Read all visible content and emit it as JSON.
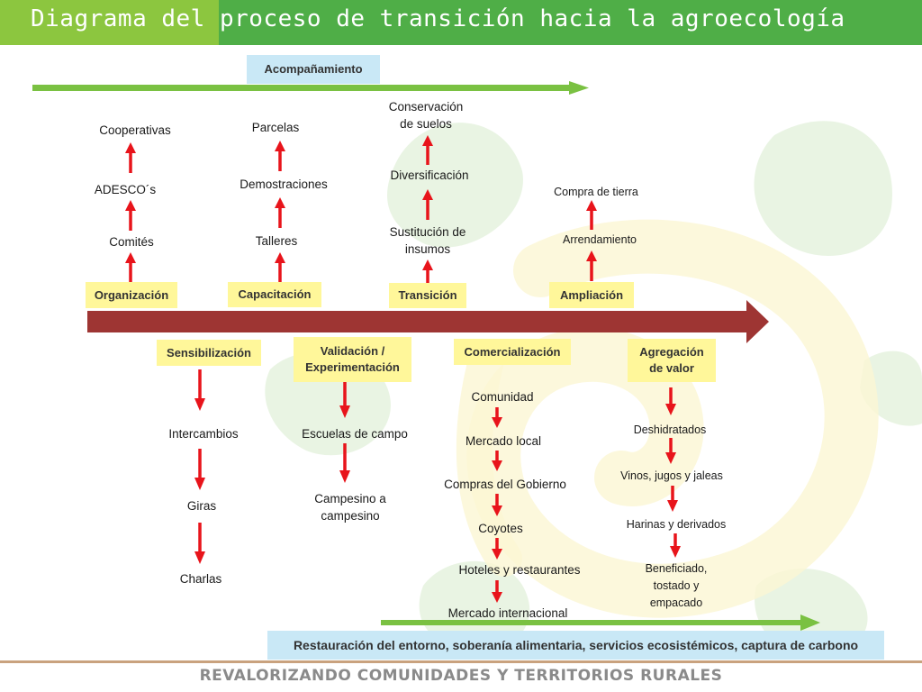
{
  "title": "Diagrama del proceso de transición hacia la agroecología",
  "accompaniment": "Acompañamiento",
  "footer": "REVALORIZANDO COMUNIDADES Y TERRITORIOS RURALES",
  "bottom_banner": "Restauración del entorno, soberanía alimentaria, servicios ecosistémicos, captura de carbono",
  "upper": {
    "organizacion": {
      "label": "Organización",
      "items": [
        "Comités",
        "ADESCO´s",
        "Cooperativas"
      ]
    },
    "capacitacion": {
      "label": "Capacitación",
      "items": [
        "Talleres",
        "Demostraciones",
        "Parcelas"
      ]
    },
    "transicion": {
      "label": "Transición",
      "items": [
        "Sustitución de insumos",
        "Diversificación",
        "Conservación de suelos"
      ]
    },
    "ampliacion": {
      "label": "Ampliación",
      "items": [
        "Arrendamiento",
        "Compra de tierra"
      ]
    }
  },
  "lower": {
    "sensibilizacion": {
      "label": "Sensibilización",
      "items": [
        "Intercambios",
        "Giras",
        "Charlas"
      ]
    },
    "validacion": {
      "label": "Validación / Experimentación",
      "items": [
        "Escuelas de campo",
        "Campesino a campesino"
      ]
    },
    "comercializacion": {
      "label": "Comercialización",
      "items": [
        "Comunidad",
        "Mercado local",
        "Compras del Gobierno",
        "Coyotes",
        "Hoteles y restaurantes",
        "Mercado internacional"
      ]
    },
    "agregacion": {
      "label": "Agregación de valor",
      "items": [
        "Deshidratados",
        "Vinos, jugos y jaleas",
        "Harinas y derivados",
        "Beneficiado, tostado y empacado"
      ]
    }
  },
  "colors": {
    "title_light": "#8cc63f",
    "title_dark": "#4fae47",
    "green_arrow": "#7ac142",
    "main_arrow": "#9e3533",
    "red_arrow": "#e8141b",
    "box_yellow": "#fff79a",
    "box_blue": "#c9e8f6"
  }
}
